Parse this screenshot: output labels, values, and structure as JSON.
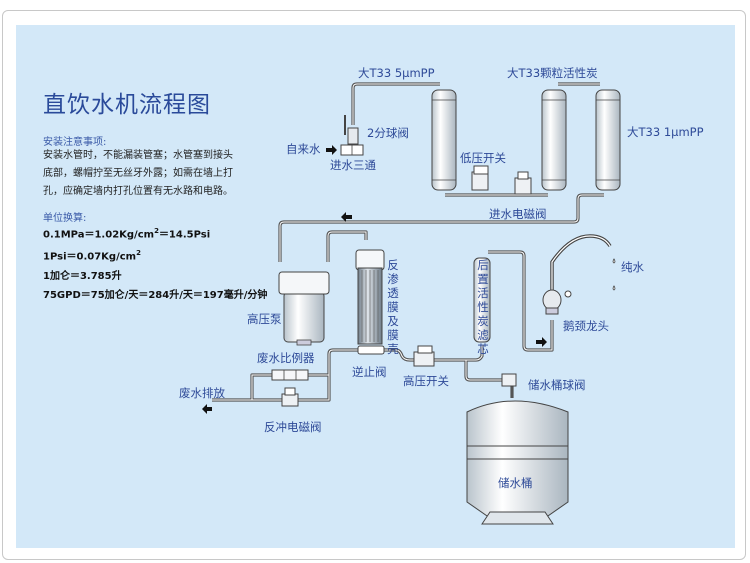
{
  "title": "直饮水机流程图",
  "notes": {
    "heading": "安装注意事项:",
    "lines": [
      "安装水管时，不能漏装管塞；水管塞到接头",
      "底部，螺帽拧至无丝牙外露；如需在墙上打",
      "孔，应确定墙内打孔位置有无水路和电路。"
    ]
  },
  "conversion": {
    "heading": "单位换算:",
    "line1_a": "0.1MPa＝1.02Kg/cm",
    "line1_sup": "2",
    "line1_b": "＝14.5Psi",
    "line2_a": "1Psi＝0.07Kg/cm",
    "line2_sup": "2",
    "line3": "1加仑＝3.785升",
    "line4": "75GPD＝75加仑/天＝284升/天＝197毫升/分钟"
  },
  "labels": {
    "tap_water": "自来水",
    "inlet_tee": "进水三通",
    "ball_valve": "2分球阀",
    "filter1": "大T33  5μmPP",
    "filter2": "大T33颗粒活性炭",
    "filter3": "大T33  1μmPP",
    "low_pressure_switch": "低压开关",
    "inlet_solenoid": "进水电磁阀",
    "pump": "高压泵",
    "ro_membrane": "反渗透膜及膜壳",
    "post_carbon": "后置活性炭滤芯",
    "pure_water": "纯水",
    "faucet": "鹅颈龙头",
    "waste_ratio": "废水比例器",
    "check_valve": "逆止阀",
    "high_pressure_switch": "高压开关",
    "tank_valve": "储水桶球阀",
    "waste_drain": "废水排放",
    "flush_solenoid": "反冲电磁阀",
    "tank": "储水桶"
  },
  "colors": {
    "panel": "#d3e8f8",
    "title": "#2a4a9a",
    "label": "#2e4a98",
    "pipe": "#555555"
  }
}
